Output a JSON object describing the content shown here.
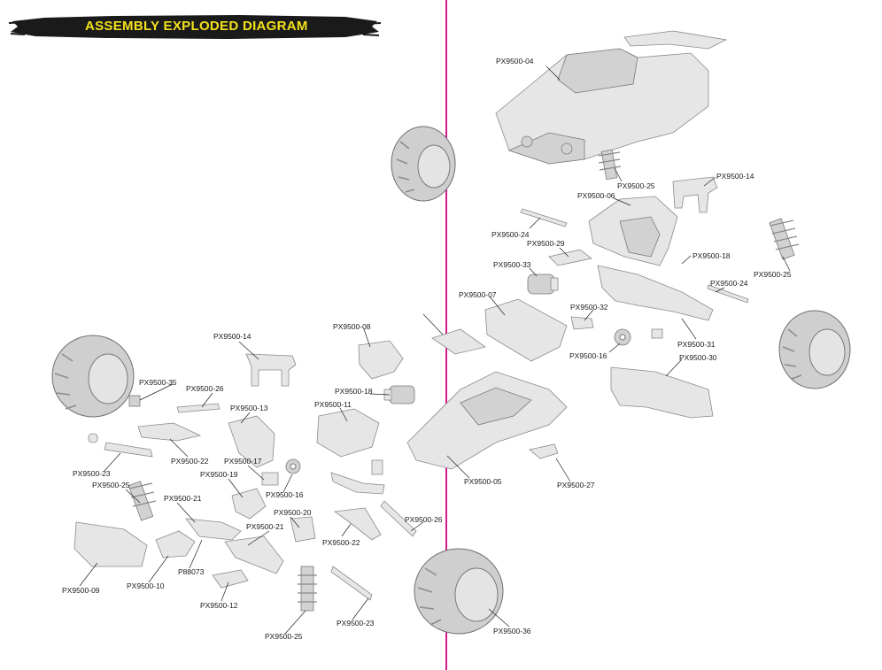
{
  "header": {
    "title": "ASSEMBLY EXPLODED DIAGRAM"
  },
  "colors": {
    "divider": "#d6188f",
    "banner_text": "#f3e11b",
    "banner_bg": "#1a1a1a"
  },
  "labels": {
    "px9500_04": "PX9500-04",
    "px9500_25_a": "PX9500-25",
    "px9500_14_a": "PX9500-14",
    "px9500_06": "PX9500-06",
    "px9500_24_a": "PX9500-24",
    "px9500_29": "PX9500-29",
    "px9500_25_b": "PX9500-25",
    "px9500_18_a": "PX9500-18",
    "px9500_33": "PX9500-33",
    "px9500_24_b": "PX9500-24",
    "px9500_07": "PX9500-07",
    "px9500_32": "PX9500-32",
    "px9500_08": "PX9500-08",
    "px9500_14_b": "PX9500-14",
    "px9500_31": "PX9500-31",
    "px9500_16_a": "PX9500-16",
    "px9500_30": "PX9500-30",
    "px9500_18_b": "PX9500-18",
    "px9500_35": "PX9500-35",
    "px9500_26_a": "PX9500-26",
    "px9500_11": "PX9500-11",
    "px9500_13": "PX9500-13",
    "px9500_22_a": "PX9500-22",
    "px9500_23_a": "PX9500-23",
    "px9500_17": "PX9500-17",
    "px9500_05": "PX9500-05",
    "px9500_27": "PX9500-27",
    "px9500_25_c": "PX9500-25",
    "px9500_19": "PX9500-19",
    "px9500_16_b": "PX9500-16",
    "px9500_21_a": "PX9500-21",
    "px9500_20": "PX9500-20",
    "px9500_26_b": "PX9500-26",
    "px9500_21_b": "PX9500-21",
    "px9500_22_b": "PX9500-22",
    "px9500_09": "PX9500-09",
    "px9500_10": "PX9500-10",
    "p88073": "P88073",
    "px9500_12": "PX9500-12",
    "px9500_25_d": "PX9500-25",
    "px9500_23_b": "PX9500-23",
    "px9500_36": "PX9500-36"
  },
  "icons": [
    "monster-truck-body",
    "tire",
    "shock-absorber",
    "chassis",
    "gear",
    "motor"
  ]
}
